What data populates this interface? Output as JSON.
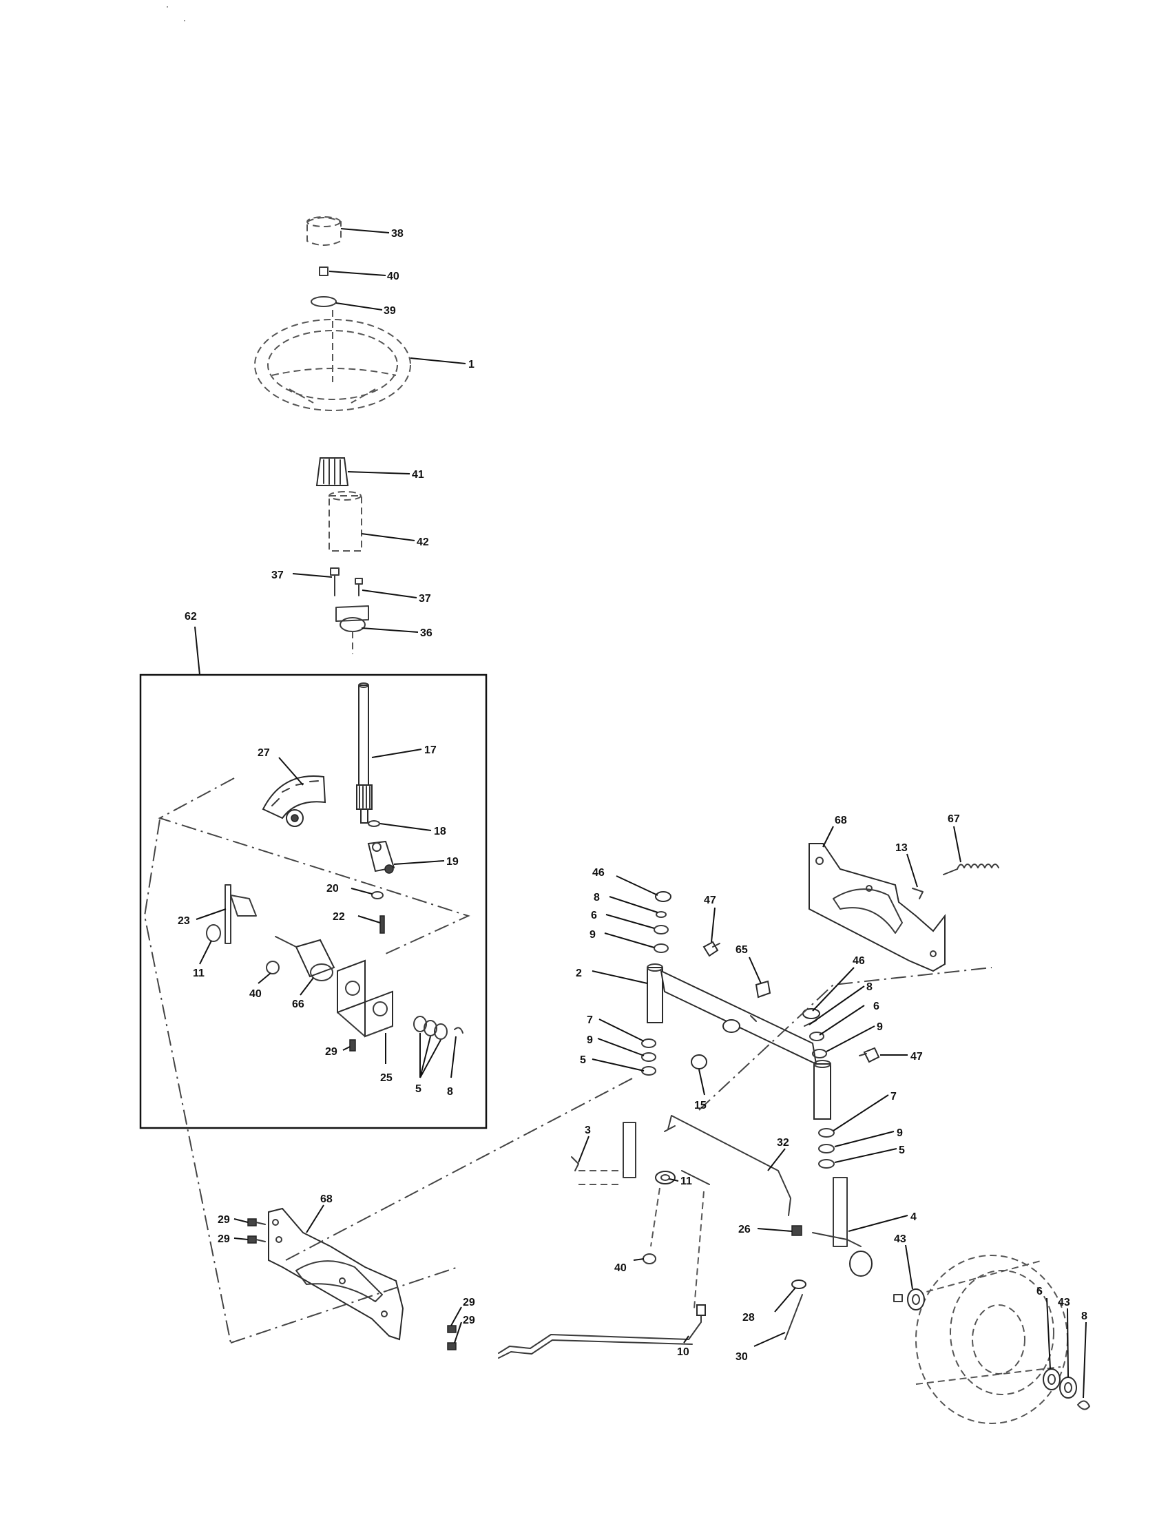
{
  "diagram": {
    "callouts": [
      "38",
      "40",
      "39",
      "1",
      "41",
      "42",
      "37",
      "37",
      "36",
      "62",
      "17",
      "27",
      "18",
      "19",
      "20",
      "22",
      "23",
      "11",
      "40",
      "66",
      "29",
      "25",
      "5",
      "8",
      "68",
      "67",
      "13",
      "46",
      "47",
      "8",
      "6",
      "9",
      "65",
      "2",
      "46",
      "8",
      "6",
      "7",
      "9",
      "9",
      "5",
      "15",
      "47",
      "7",
      "9",
      "5",
      "3",
      "32",
      "11",
      "26",
      "4",
      "43",
      "29",
      "29",
      "68",
      "29",
      "29",
      "40",
      "28",
      "10",
      "30",
      "6",
      "43",
      "8"
    ]
  }
}
